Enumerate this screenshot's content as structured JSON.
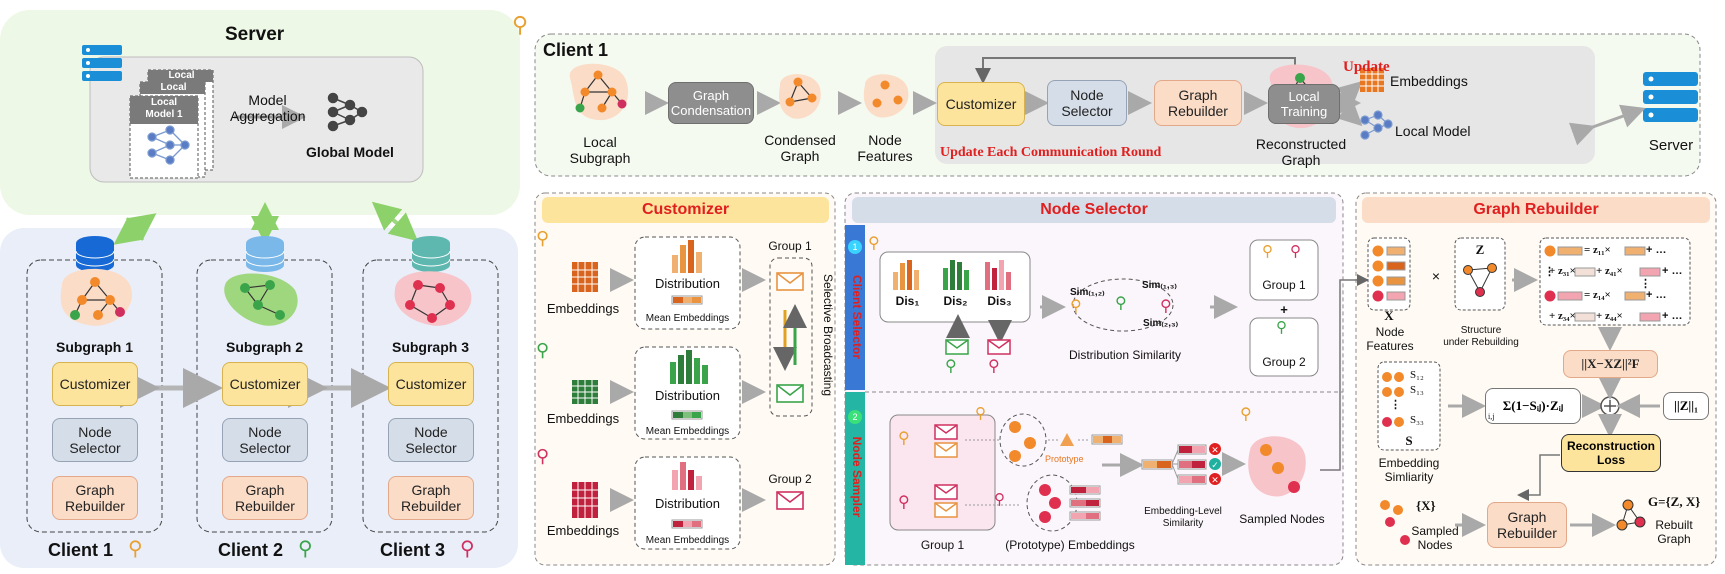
{
  "server": {
    "title": "Server",
    "local1": "Local",
    "local2": "Local",
    "local_model_1": "Local\nModel 1",
    "aggregation": "Model\nAggregation",
    "global_model": "Global Model"
  },
  "clients_left": [
    {
      "subgraph": "Subgraph 1",
      "label": "Client 1"
    },
    {
      "subgraph": "Subgraph 2",
      "label": "Client 2"
    },
    {
      "subgraph": "Subgraph 3",
      "label": "Client 3"
    }
  ],
  "modules": {
    "customizer": "Customizer",
    "node_selector": "Node\nSelector",
    "graph_rebuilder": "Graph\nRebuilder"
  },
  "pipeline": {
    "title": "Client 1",
    "local_subgraph": "Local\nSubgraph",
    "graph_condensation": "Graph\nCondensation",
    "condensed_graph": "Condensed\nGraph",
    "node_features": "Node\nFeatures",
    "customizer": "Customizer",
    "node_selector": "Node\nSelector",
    "graph_rebuilder": "Graph\nRebuilder",
    "reconstructed_graph": "Reconstructed\nGraph",
    "update": "Update",
    "update_each_round": "Update Each Communication Round",
    "local_training": "Local\nTraining",
    "embeddings": "Embeddings",
    "local_model": "Local Model",
    "server": "Server"
  },
  "customizer_panel": {
    "title": "Customizer",
    "embeddings": "Embeddings",
    "distribution": "Distribution",
    "mean_embeddings": "Mean Embeddings",
    "group1": "Group 1",
    "group2": "Group 2",
    "selective": "Selective Broadcasting"
  },
  "selector_panel": {
    "title": "Node Selector",
    "client_selector": "Client Selector",
    "node_sampler": "Node Sampler",
    "step1": "1",
    "step2": "2",
    "dis1": "Dis₁",
    "dis2": "Dis₂",
    "dis3": "Dis₃",
    "sim12": "Sim₍₁,₂₎",
    "sim13": "Sim₍₁,₃₎",
    "sim23": "Sim₍₂,₃₎",
    "distribution_similarity": "Distribution Similarity",
    "group1": "Group 1",
    "plus": "+",
    "group2": "Group 2",
    "group1_bottom": "Group 1",
    "prototype": "Prototype",
    "prototype_embeddings": "(Prototype) Embeddings",
    "embedding_level": "Embedding-Level\nSimilarity",
    "sampled_nodes": "Sampled Nodes"
  },
  "rebuilder_panel": {
    "title": "Graph Rebuilder",
    "x": "X",
    "node_features": "Node\nFeatures",
    "times": "×",
    "z": "Z",
    "structure": "Structure\nunder Rebuilding",
    "eq1": "= z₁₁× ",
    "eq2": "+ z₃₁× ",
    "eq2b": "+ z₄₁× ",
    "eq3": "= z₁₄× ",
    "eq4": "+ z₃₄× ",
    "eq4b": "+ z₄₄× ",
    "plus_dots": "+ …",
    "vdots": "⋮",
    "loss1": "||X−XZ||²F",
    "s12": "S₁₂",
    "s13": "S₁₃",
    "s33": "S₃₃",
    "s": "S",
    "sum_term": "Σ(1−Sᵢⱼ)·Zᵢⱼ",
    "sum_index": "i,j",
    "l1": "||Z||₁",
    "embedding_similarity": "Embedding\nSimliarity",
    "reconstruction_loss": "Reconstruction\nLoss",
    "set_x": "{X}",
    "sampled_nodes": "Sampled\nNodes",
    "graph_rebuilder": "Graph\nRebuilder",
    "g": "G={Z, X}",
    "rebuilt_graph": "Rebuilt\nGraph"
  },
  "colors": {
    "red": "#e02020",
    "yellow": "#fde49c",
    "blue": "#d5dde8",
    "peach": "#fbdcc7",
    "green_arrow": "#9fd77f"
  }
}
